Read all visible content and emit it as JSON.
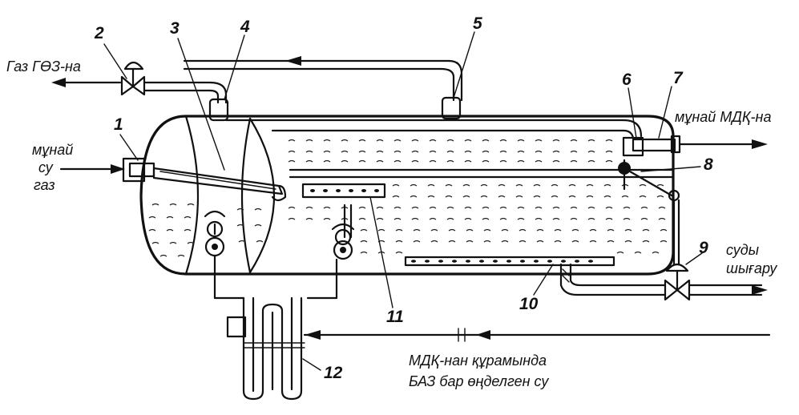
{
  "labels": {
    "gas_out": "Газ ГӨЗ-на",
    "inlet_line1": "мұнай",
    "inlet_line2": "су",
    "inlet_line3": "газ",
    "oil_out": "мұнай МДҚ-на",
    "water_out_line1": "суды",
    "water_out_line2": "шығару",
    "recycled_line1": "МДҚ-нан құрамында",
    "recycled_line2": "БАЗ бар өңделген су"
  },
  "callouts": {
    "n1": "1",
    "n2": "2",
    "n3": "3",
    "n4": "4",
    "n5": "5",
    "n6": "6",
    "n7": "7",
    "n8": "8",
    "n9": "9",
    "n10": "10",
    "n11": "11",
    "n12": "12"
  }
}
